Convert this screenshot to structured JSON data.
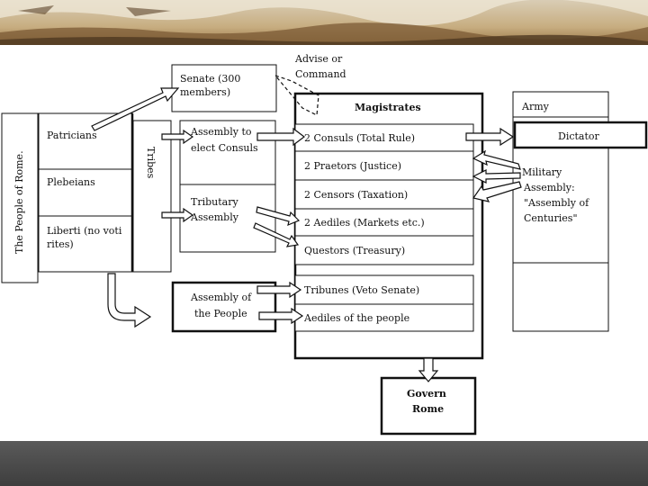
{
  "nodes": {
    "people": "The People of Rome.",
    "patricians": "Patricians",
    "plebeians": "Plebeians",
    "liberti_1": "Liberti (no voti",
    "liberti_2": "rites)",
    "tribes": "Tribes",
    "senate_1": "Senate (300",
    "senate_2": "members)",
    "advise_1": "Advise or",
    "advise_2": "Command",
    "assembly_consuls_1": "Assembly to",
    "assembly_consuls_2": "elect Consuls",
    "tributary_1": "Tributary",
    "tributary_2": "Assembly",
    "assembly_people_1": "Assembly of",
    "assembly_people_2": "the People",
    "magistrates": "Magistrates",
    "consuls": "2 Consuls (Total Rule)",
    "praetors": "2 Praetors (Justice)",
    "censors": "2 Censors (Taxation)",
    "aediles": "2 Aediles (Markets etc.)",
    "questors": "Questors (Treasury)",
    "tribunes": "Tribunes (Veto Senate)",
    "aediles_people": "Aediles of the people",
    "army": "Army",
    "dictator": "Dictator",
    "military_1": "Military",
    "military_2": "Assembly:",
    "military_3": "\"Assembly of",
    "military_4": "Centuries\"",
    "govern_1": "Govern",
    "govern_2": "Rome"
  }
}
